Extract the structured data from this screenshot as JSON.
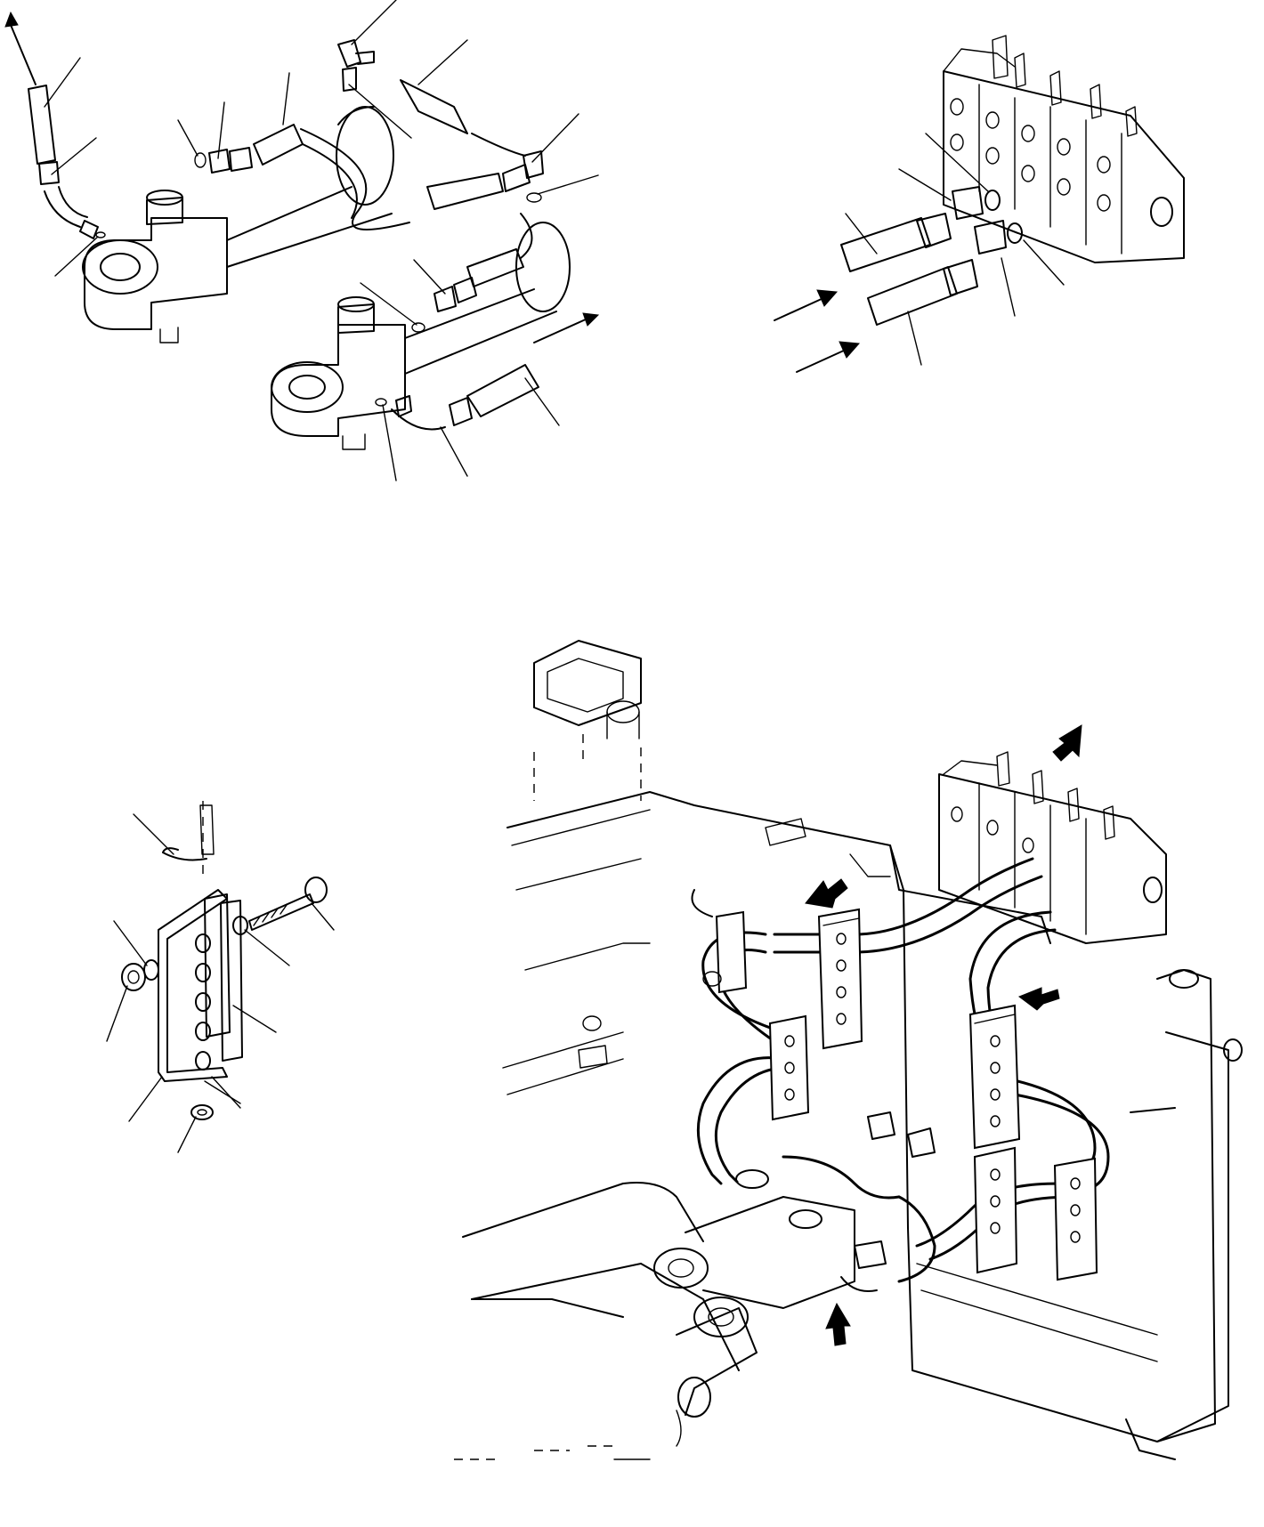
{
  "figure": {
    "text_labels": []
  },
  "colors": {
    "ink": "#000000",
    "paper": "#ffffff"
  },
  "views": [
    {
      "id": "cylinder-hose-routing",
      "leader_count": 15
    },
    {
      "id": "control-valve-connection",
      "leader_count": 5
    },
    {
      "id": "hose-clamp-assembly",
      "leader_count": 8
    },
    {
      "id": "machine-installation-view",
      "arrow_count": 4
    }
  ]
}
